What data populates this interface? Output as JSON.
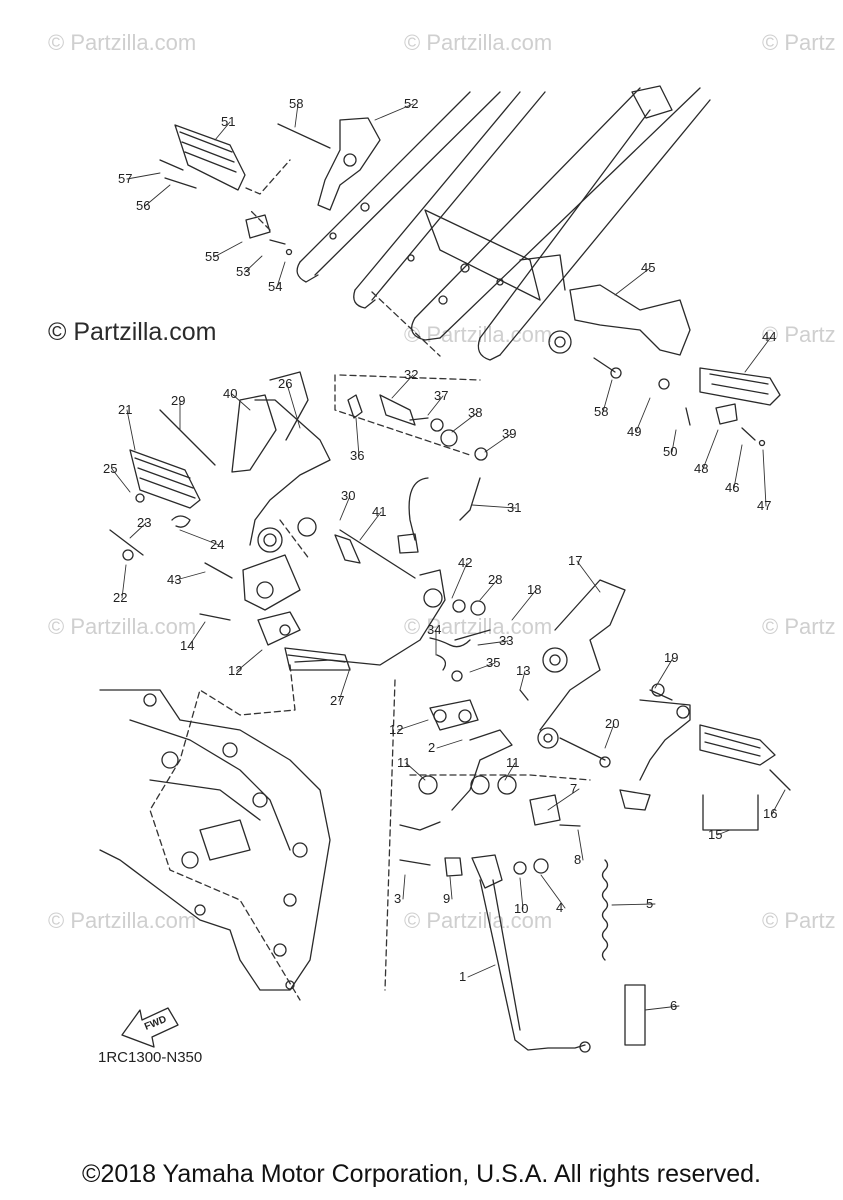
{
  "watermark": "© Partzilla.com",
  "watermark_cut": "© Partz",
  "diagram_code": "1RC1300-N350",
  "fwd_label": "FWD",
  "copyright": "©2018 Yamaha Motor Corporation, U.S.A. All rights reserved.",
  "callouts": [
    {
      "id": "58",
      "label": "58"
    },
    {
      "id": "52",
      "label": "52"
    },
    {
      "id": "51",
      "label": "51"
    },
    {
      "id": "57",
      "label": "57"
    },
    {
      "id": "56",
      "label": "56"
    },
    {
      "id": "55",
      "label": "55"
    },
    {
      "id": "53",
      "label": "53"
    },
    {
      "id": "54",
      "label": "54"
    },
    {
      "id": "45",
      "label": "45"
    },
    {
      "id": "44",
      "label": "44"
    },
    {
      "id": "58b",
      "label": "58"
    },
    {
      "id": "49",
      "label": "49"
    },
    {
      "id": "50",
      "label": "50"
    },
    {
      "id": "48",
      "label": "48"
    },
    {
      "id": "46",
      "label": "46"
    },
    {
      "id": "47",
      "label": "47"
    },
    {
      "id": "40",
      "label": "40"
    },
    {
      "id": "26",
      "label": "26"
    },
    {
      "id": "21",
      "label": "21"
    },
    {
      "id": "29",
      "label": "29"
    },
    {
      "id": "32",
      "label": "32"
    },
    {
      "id": "37",
      "label": "37"
    },
    {
      "id": "38",
      "label": "38"
    },
    {
      "id": "39",
      "label": "39"
    },
    {
      "id": "36",
      "label": "36"
    },
    {
      "id": "25",
      "label": "25"
    },
    {
      "id": "23",
      "label": "23"
    },
    {
      "id": "24",
      "label": "24"
    },
    {
      "id": "22",
      "label": "22"
    },
    {
      "id": "30",
      "label": "30"
    },
    {
      "id": "41",
      "label": "41"
    },
    {
      "id": "31",
      "label": "31"
    },
    {
      "id": "43",
      "label": "43"
    },
    {
      "id": "42",
      "label": "42"
    },
    {
      "id": "28",
      "label": "28"
    },
    {
      "id": "18",
      "label": "18"
    },
    {
      "id": "17",
      "label": "17"
    },
    {
      "id": "14",
      "label": "14"
    },
    {
      "id": "12",
      "label": "12"
    },
    {
      "id": "34",
      "label": "34"
    },
    {
      "id": "33",
      "label": "33"
    },
    {
      "id": "35",
      "label": "35"
    },
    {
      "id": "13",
      "label": "13"
    },
    {
      "id": "19",
      "label": "19"
    },
    {
      "id": "27",
      "label": "27"
    },
    {
      "id": "12b",
      "label": "12"
    },
    {
      "id": "2",
      "label": "2"
    },
    {
      "id": "20",
      "label": "20"
    },
    {
      "id": "11",
      "label": "11"
    },
    {
      "id": "11b",
      "label": "11"
    },
    {
      "id": "7",
      "label": "7"
    },
    {
      "id": "8",
      "label": "8"
    },
    {
      "id": "16",
      "label": "16"
    },
    {
      "id": "15",
      "label": "15"
    },
    {
      "id": "3",
      "label": "3"
    },
    {
      "id": "9",
      "label": "9"
    },
    {
      "id": "10",
      "label": "10"
    },
    {
      "id": "4",
      "label": "4"
    },
    {
      "id": "5",
      "label": "5"
    },
    {
      "id": "1",
      "label": "1"
    },
    {
      "id": "6",
      "label": "6"
    }
  ]
}
